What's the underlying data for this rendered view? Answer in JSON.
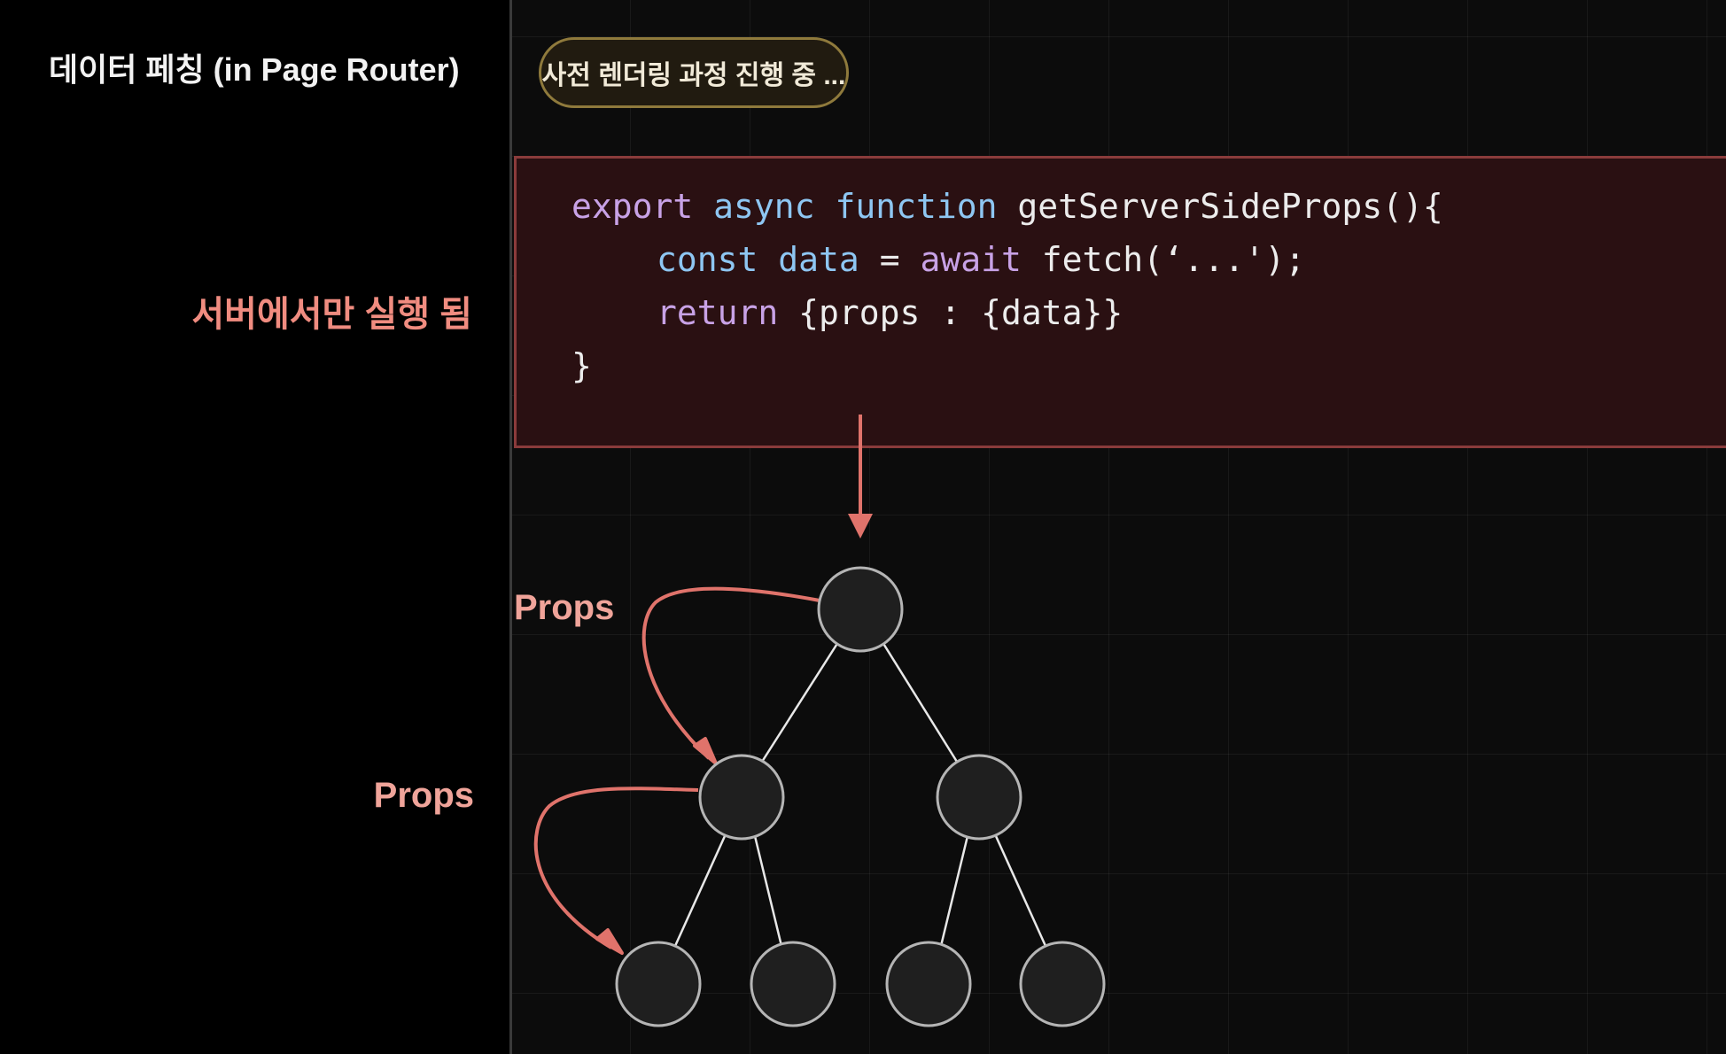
{
  "header": {
    "title": "데이터 페칭 (in Page Router)"
  },
  "status": {
    "label": "사전 렌더링 과정 진행 중 ..."
  },
  "sidebar": {
    "server_note": "서버에서만 실행 됨",
    "props_label": "Props"
  },
  "code": {
    "line1": {
      "t1": "export",
      "t2": "async",
      "t3": "function",
      "t4": "getServerSideProps(){"
    },
    "line2": {
      "t1": "const",
      "t2": "data",
      "t3": "=",
      "t4": "await",
      "t5": "fetch(‘...');"
    },
    "line3": {
      "t1": "return",
      "t2": "{props : {data}}"
    },
    "line4": {
      "t1": "}"
    }
  },
  "tree": {
    "props_label": "Props"
  },
  "colors": {
    "accent_arrow": "#e0736b",
    "code_bg": "#2a1012",
    "code_border": "#8a3b3b",
    "pill_border": "#8f7a3c",
    "node_fill": "#1f1f1f",
    "node_stroke": "#b5b5b5",
    "keyword": "#c8a2e6",
    "identifier": "#8ec6f2"
  }
}
